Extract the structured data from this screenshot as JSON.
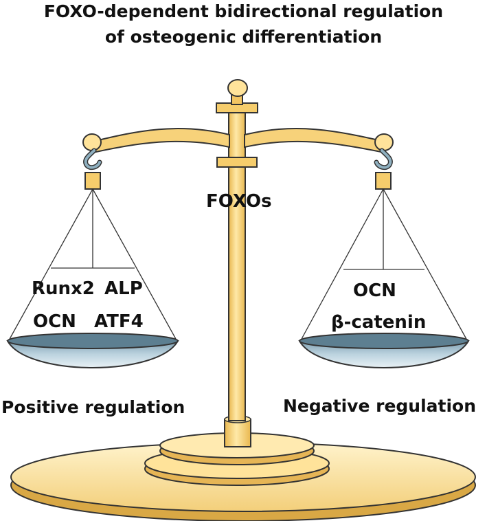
{
  "title_line1": "FOXO-dependent bidirectional regulation",
  "title_line2": "of osteogenic differentiation",
  "center_label": "FOXOs",
  "left_pan": {
    "row1": [
      "Runx2",
      "ALP"
    ],
    "row2": [
      "OCN",
      "ATF4"
    ],
    "caption": "Positive regulation"
  },
  "right_pan": {
    "row1": [
      "OCN"
    ],
    "row2": [
      "β-catenin"
    ],
    "caption": "Negative regulation"
  },
  "colors": {
    "gold": "#f8d27a",
    "gold_dark": "#e8b64e",
    "gold_light": "#fff1c4",
    "pan_blue": "#a9c4d4",
    "pan_dark": "#5d7f91",
    "hook": "#8fb0c0"
  }
}
